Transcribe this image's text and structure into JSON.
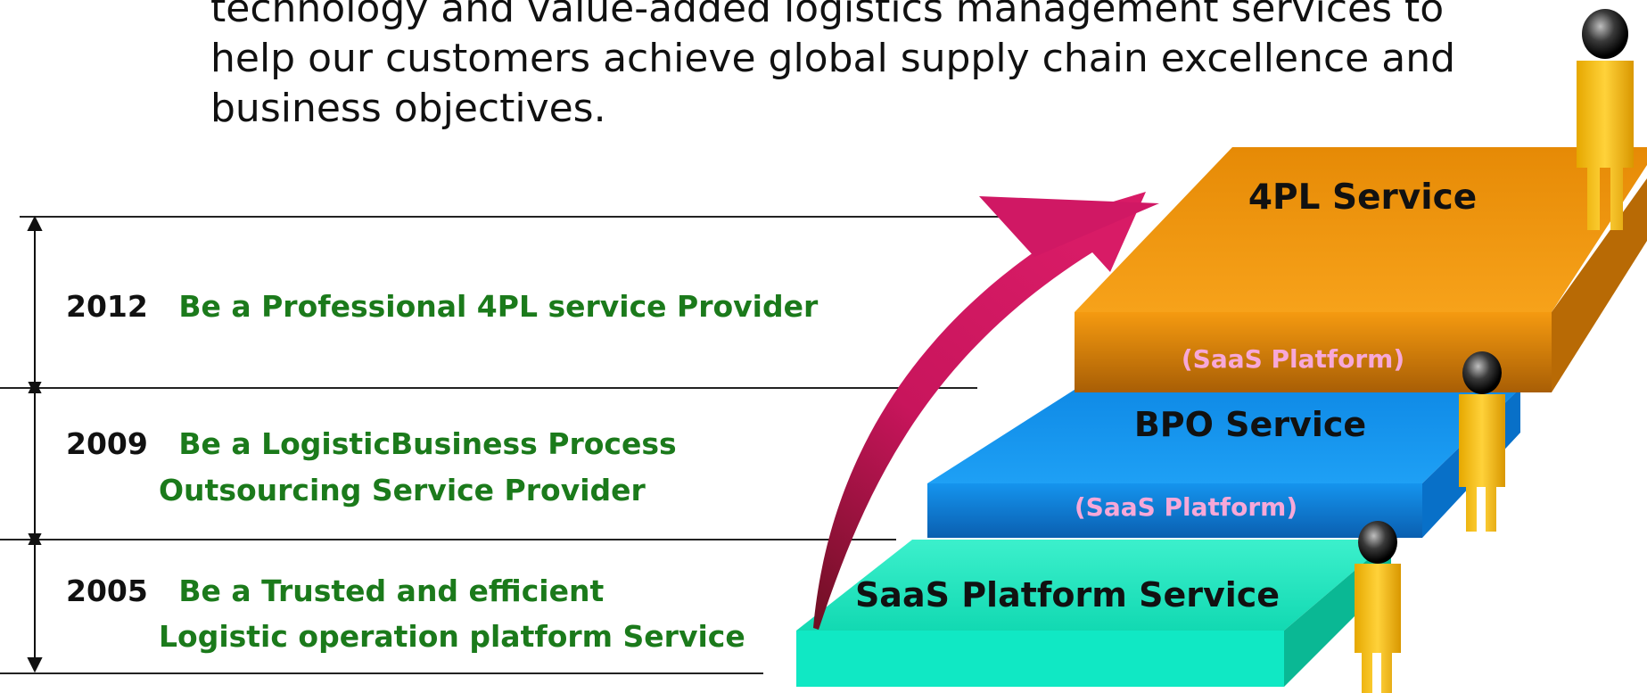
{
  "intro": {
    "lines": [
      "technology and value-added logistics management services to",
      "help our customers achieve global supply chain excellence and",
      "business objectives."
    ]
  },
  "timeline": [
    {
      "year": "2012",
      "lines": [
        "Be a Professional  4PL service  Provider"
      ]
    },
    {
      "year": "2009",
      "lines": [
        "Be a LogisticBusiness Process",
        "Outsourcing Service Provider"
      ]
    },
    {
      "year": "2005",
      "lines": [
        "Be a Trusted and efficient",
        "Logistic operation platform Service"
      ]
    }
  ],
  "steps": {
    "top": {
      "title": "4PL Service",
      "sub": "(SaaS Platform)"
    },
    "middle": {
      "title": "BPO Service",
      "sub": "(SaaS Platform)"
    },
    "bottom": {
      "title": "SaaS Platform Service"
    }
  },
  "colors": {
    "orange": "#f5930a",
    "blue": "#118ee8",
    "teal": "#1ee8c0",
    "arrow": "#c8155c",
    "green_text": "#1b7a1b",
    "pink_text": "#f7a8d8"
  }
}
